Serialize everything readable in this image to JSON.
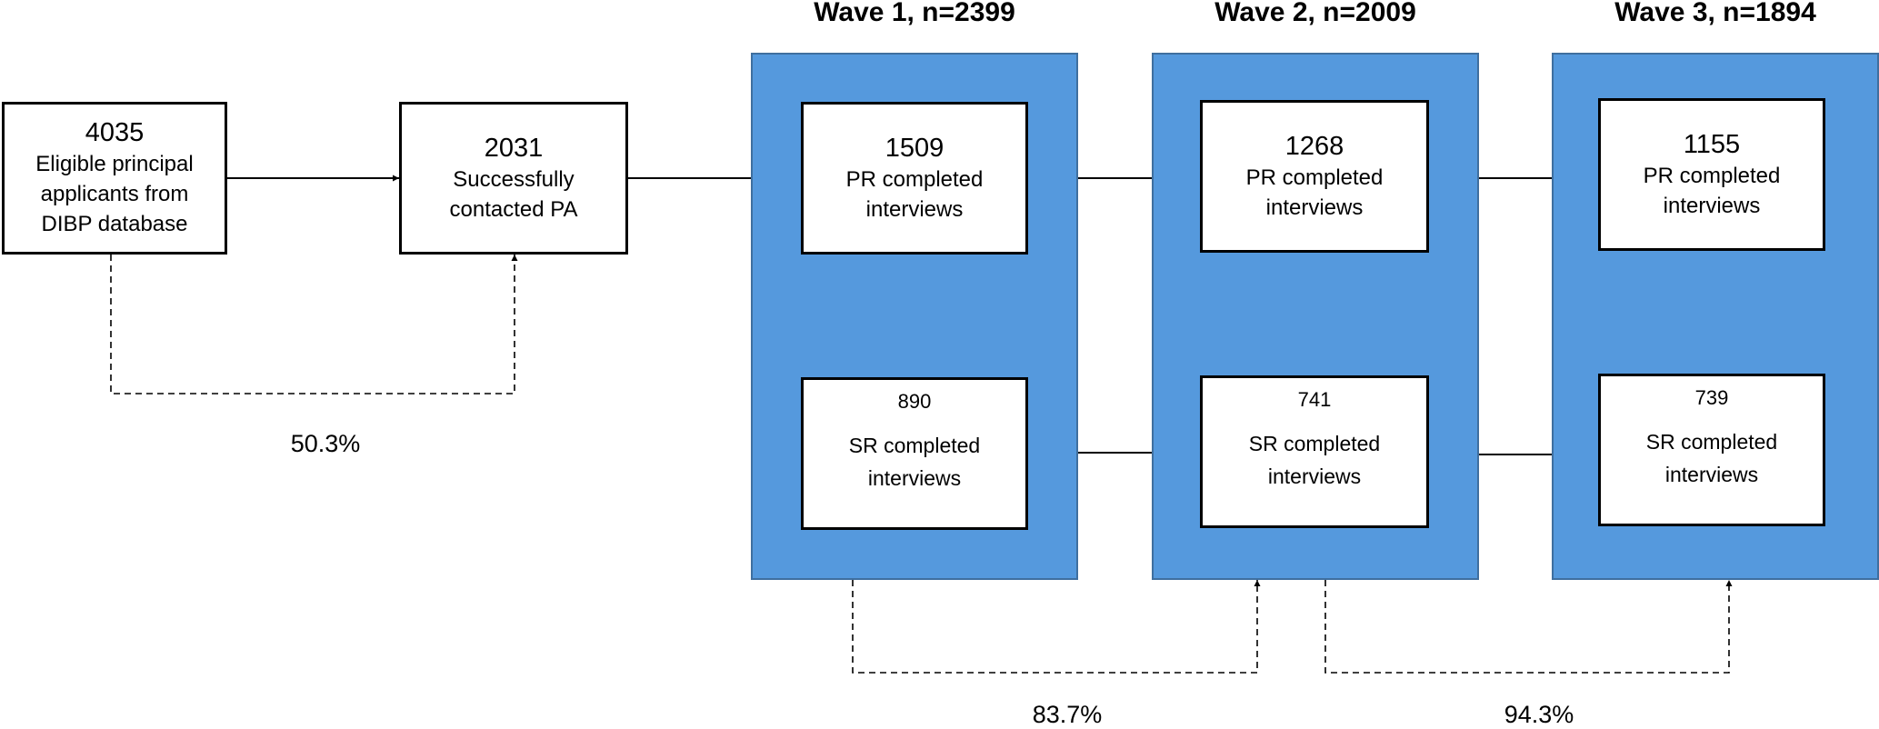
{
  "waves": [
    {
      "title": "Wave 1, n=2399"
    },
    {
      "title": "Wave 2, n=2009"
    },
    {
      "title": "Wave 3, n=1894"
    }
  ],
  "nodes": {
    "eligible": {
      "number": "4035",
      "lines": [
        "Eligible principal",
        "applicants from",
        "DIBP database"
      ]
    },
    "contacted": {
      "number": "2031",
      "lines": [
        "Successfully",
        "contacted PA"
      ]
    },
    "w1_pr": {
      "number": "1509",
      "lines": [
        "PR completed",
        "interviews"
      ]
    },
    "w1_sr": {
      "number": "890",
      "lines": [
        "SR completed",
        "interviews"
      ]
    },
    "w2_pr": {
      "number": "1268",
      "lines": [
        "PR completed",
        "interviews"
      ]
    },
    "w2_sr": {
      "number": "741",
      "lines": [
        "SR completed",
        "interviews"
      ]
    },
    "w3_pr": {
      "number": "1155",
      "lines": [
        "PR completed",
        "interviews"
      ]
    },
    "w3_sr": {
      "number": "739",
      "lines": [
        "SR completed",
        "interviews"
      ]
    }
  },
  "rates": {
    "contact": "50.3%",
    "w1_to_w2": "83.7%",
    "w2_to_w3": "94.3%"
  }
}
